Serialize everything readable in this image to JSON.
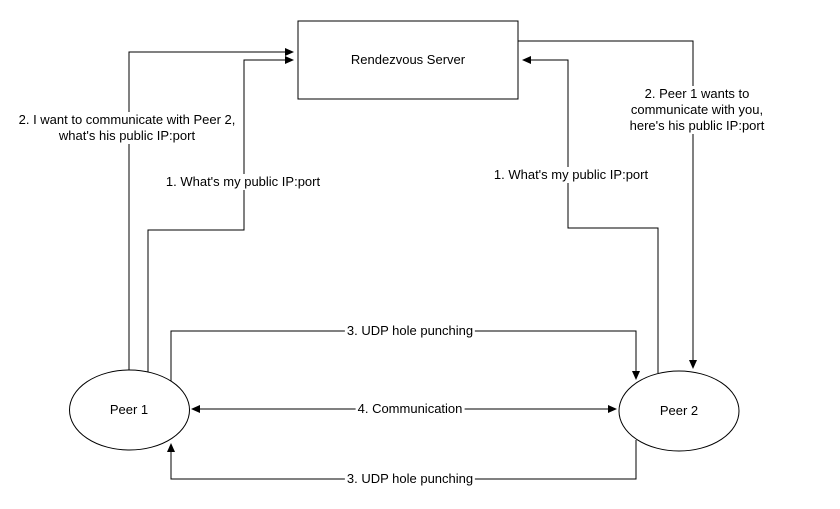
{
  "diagram": {
    "title_hint": "UDP hole punching via rendezvous server",
    "colors": {
      "stroke": "#000000",
      "background": "#ffffff",
      "text": "#000000"
    },
    "nodes": {
      "server": {
        "label": "Rendezvous Server"
      },
      "peer1": {
        "label": "Peer 1"
      },
      "peer2": {
        "label": "Peer 2"
      }
    },
    "labels": {
      "peer1_request": "2. I want to communicate with Peer 2,\nwhat's his public IP:port",
      "peer1_query": "1. What's my public IP:port",
      "peer2_notify": "2. Peer 1 wants to communicate with you,\nhere's his public IP:port",
      "peer2_query": "1. What's my public IP:port",
      "udp_top": "3. UDP hole punching",
      "communication": "4. Communication",
      "udp_bottom": "3. UDP hole punching"
    }
  }
}
